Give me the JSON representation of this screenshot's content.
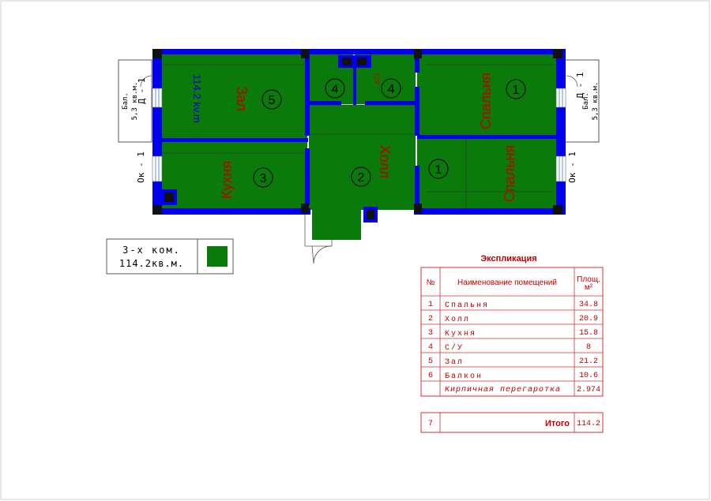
{
  "plan": {
    "rooms": [
      {
        "id": "zal",
        "name": "Зал",
        "number": "5"
      },
      {
        "id": "kitchen",
        "name": "Кухня",
        "number": "3"
      },
      {
        "id": "hall",
        "name": "Холл",
        "number": "2"
      },
      {
        "id": "bedroom_top",
        "name": "Спальня",
        "number": "1"
      },
      {
        "id": "bedroom_bottom",
        "name": "Спальня",
        "number": "1"
      },
      {
        "id": "wc_left",
        "name": "",
        "number": "4"
      },
      {
        "id": "wc_right",
        "name": "С/У",
        "number": "4"
      }
    ],
    "area_text": "114.2 kv.m",
    "balcony_left": {
      "line1": "Бал.",
      "line2": "5,3 кв.м.",
      "door": "Д - 1"
    },
    "balcony_right": {
      "line1": "Бал.",
      "line2": "5,3 кв.м.",
      "door": "Д - 1"
    },
    "window_left": "Ок - 1",
    "window_right": "Ок - 1",
    "colors": {
      "room_fill": "#0a7a0a",
      "wall": "#0000ee",
      "text": "#c00000",
      "border": "#cc3333"
    }
  },
  "legend": {
    "line1": "3-х ком.",
    "line2": "114.2кв.м.",
    "swatch_color": "#0a7a0a"
  },
  "table": {
    "title": "Экспликация",
    "headers": {
      "no": "№",
      "name": "Наименование помещений",
      "area_l1": "Площ.",
      "area_l2": "м²"
    },
    "rows": [
      {
        "no": "1",
        "name": "Спальня",
        "area": "34.8"
      },
      {
        "no": "2",
        "name": "Холл",
        "area": "20.9"
      },
      {
        "no": "3",
        "name": "Кухня",
        "area": "15.8"
      },
      {
        "no": "4",
        "name": "С/У",
        "area": "8"
      },
      {
        "no": "5",
        "name": "Зал",
        "area": "21.2"
      },
      {
        "no": "6",
        "name": "Балкон",
        "area": "10.6"
      },
      {
        "no": "",
        "name": "Кирпичная перегаротка",
        "area": "2.974"
      }
    ],
    "total": {
      "no": "7",
      "label": "Итого",
      "value": "114.2"
    }
  }
}
